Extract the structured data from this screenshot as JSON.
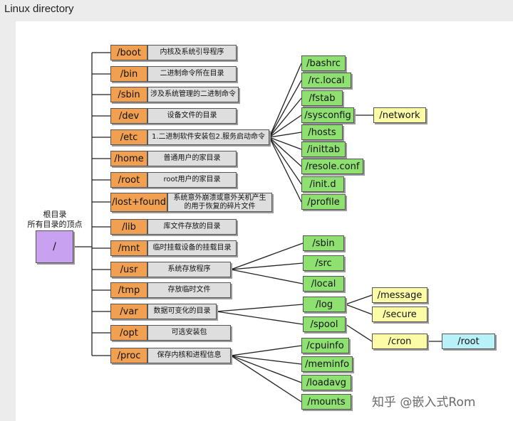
{
  "window": {
    "title": "Linux directory"
  },
  "root": {
    "path": "/",
    "caption_line1": "根目录",
    "caption_line2": "所有目录的顶点"
  },
  "dirs": [
    {
      "path": "/boot",
      "desc": "内核及系统引导程序"
    },
    {
      "path": "/bin",
      "desc": "二进制命令所在目录"
    },
    {
      "path": "/sbin",
      "desc": "涉及系统管理的二进制命令"
    },
    {
      "path": "/dev",
      "desc": "设备文件的目录"
    },
    {
      "path": "/etc",
      "desc": "1.二进制软件安装包2.服务启动命令"
    },
    {
      "path": "/home",
      "desc": "普通用户的家目录"
    },
    {
      "path": "/root",
      "desc": "root用户的家目录"
    },
    {
      "path": "/lost+found",
      "desc_line1": "系统意外崩溃或意外关机产生",
      "desc_line2": "的用于恢复的碎片文件"
    },
    {
      "path": "/lib",
      "desc": "库文件存放的目录"
    },
    {
      "path": "/mnt",
      "desc": "临时挂载设备的挂载目录"
    },
    {
      "path": "/usr",
      "desc": "系统存放程序"
    },
    {
      "path": "/tmp",
      "desc": "存放临时文件"
    },
    {
      "path": "/var",
      "desc": "数据可变化的目录"
    },
    {
      "path": "/opt",
      "desc": "可选安装包"
    },
    {
      "path": "/proc",
      "desc": "保存内核和进程信息"
    }
  ],
  "etc_children": [
    "/bashrc",
    "/rc.local",
    "/fstab",
    "/sysconfig",
    "/hosts",
    "/inittab",
    "/resole.conf",
    "/init.d",
    "/profile"
  ],
  "sysconfig_children": [
    "/network"
  ],
  "usr_children": [
    "/sbin",
    "/src",
    "/local"
  ],
  "var_children": [
    "/log",
    "/spool"
  ],
  "log_children": [
    "/message",
    "/secure"
  ],
  "spool_children": [
    "/cron"
  ],
  "cron_children": [
    "/root"
  ],
  "proc_children": [
    "/cpuinfo",
    "/meminfo",
    "/loadavg",
    "/mounts"
  ],
  "watermark": "知乎 @嵌入式Rom"
}
